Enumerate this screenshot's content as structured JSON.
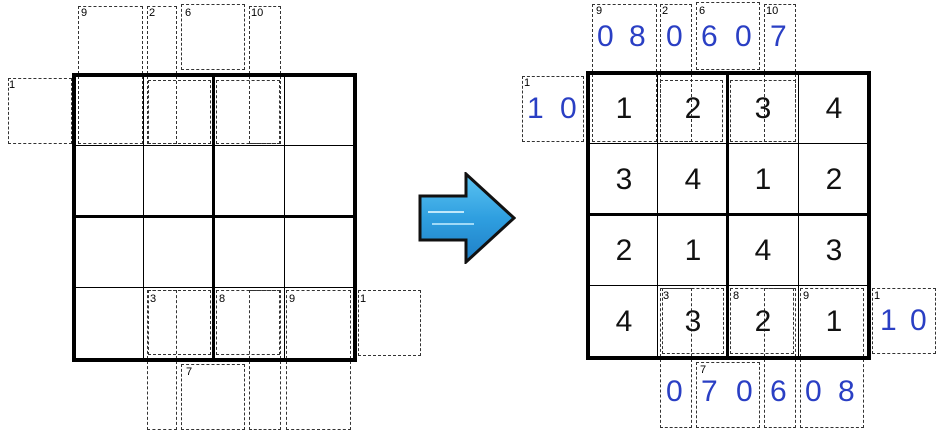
{
  "left_puzzle": {
    "labels": {
      "top_9": "9",
      "top_2": "2",
      "top_6": "6",
      "top_10": "10",
      "left_1": "1",
      "bot_3": "3",
      "bot_8": "8",
      "bot_9": "9",
      "right_1": "1",
      "bot_7": "7"
    }
  },
  "arrow": {
    "color": "#2f9fe0"
  },
  "right_puzzle": {
    "labels": {
      "top_9": "9",
      "top_2": "2",
      "top_6": "6",
      "top_10": "10",
      "left_1": "1",
      "bot_3": "3",
      "bot_8": "8",
      "bot_9": "9",
      "right_1": "1",
      "bot_7": "7"
    },
    "grid": [
      [
        "1",
        "2",
        "3",
        "4"
      ],
      [
        "3",
        "4",
        "1",
        "2"
      ],
      [
        "2",
        "1",
        "4",
        "3"
      ],
      [
        "4",
        "3",
        "2",
        "1"
      ]
    ],
    "clues_top": [
      "0",
      "8",
      "0",
      "6",
      "0",
      "7"
    ],
    "clue_left": [
      "1",
      "0"
    ],
    "clue_right": [
      "1",
      "0"
    ],
    "clues_bottom": [
      "0",
      "7",
      "0",
      "6",
      "0",
      "8"
    ]
  }
}
